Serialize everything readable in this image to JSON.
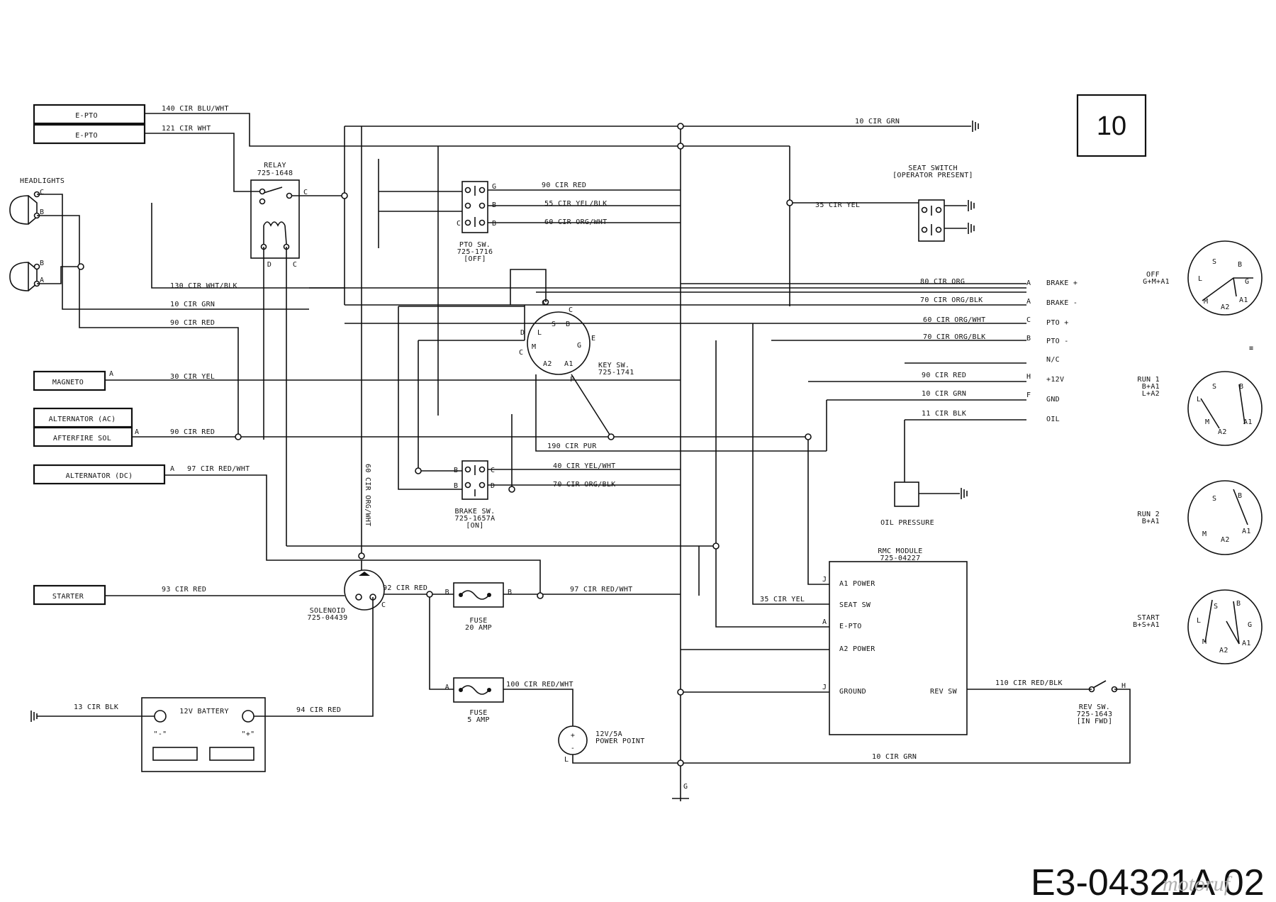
{
  "diagram": {
    "page_number": "10",
    "drawing_number": "E3-04321A 02",
    "watermark": "motoruf",
    "components": {
      "epto_1": "E-PTO",
      "epto_2": "E-PTO",
      "headlights": "HEADLIGHTS",
      "magneto": "MAGNETO",
      "alternator_ac": "ALTERNATOR (AC)",
      "afterfire_sol": "AFTERFIRE SOL",
      "alternator_dc": "ALTERNATOR (DC)",
      "starter": "STARTER",
      "relay": "RELAY",
      "relay_pn": "725-1648",
      "pto_sw": "PTO SW.",
      "pto_sw_pn": "725-1716",
      "pto_sw_state": "[OFF]",
      "key_sw": "KEY SW.",
      "key_sw_pn": "725-1741",
      "brake_sw": "BRAKE SW.",
      "brake_sw_pn": "725-1657A",
      "brake_sw_state": "[ON]",
      "seat_switch": "SEAT SWITCH",
      "seat_switch_sub": "[OPERATOR PRESENT]",
      "oil_pressure": "OIL PRESSURE",
      "rmc_module": "RMC MODULE",
      "rmc_pn": "725-04227",
      "solenoid": "SOLENOID",
      "solenoid_pn": "725-04439",
      "fuse20": "FUSE",
      "fuse20_rating": "20 AMP",
      "fuse5": "FUSE",
      "fuse5_rating": "5 AMP",
      "battery": "12V BATTERY",
      "battery_neg": "\"-\"",
      "battery_pos": "\"+\"",
      "power_point": "12V/5A",
      "power_point_2": "POWER POINT",
      "rev_sw": "REV SW.",
      "rev_sw_pn": "725-1643",
      "rev_sw_state": "[IN FWD]"
    },
    "rmc_pins": [
      "A1 POWER",
      "SEAT SW",
      "E-PTO",
      "A2 POWER",
      "GROUND",
      "REV SW"
    ],
    "connector_labels": [
      "BRAKE +",
      "BRAKE -",
      "PTO +",
      "PTO -",
      "N/C",
      "+12V",
      "GND",
      "OIL"
    ],
    "connector_letters": [
      "A",
      "A",
      "C",
      "B",
      "",
      "H",
      "F",
      ""
    ],
    "wires": {
      "w140": "140 CIR BLU/WHT",
      "w121": "121 CIR WHT",
      "w10top": "10 CIR GRN",
      "w90red_pto": "90 CIR RED",
      "w55": "55 CIR YEL/BLK",
      "w60": "60 CIR ORG/WHT",
      "w35": "35 CIR YEL",
      "w130": "130 CIR WHT/BLK",
      "w10grn_l": "10 CIR GRN",
      "w90red_l": "90 CIR RED",
      "w80": "80 CIR ORG",
      "w70a": "70 CIR ORG/BLK",
      "w60b": "60 CIR ORG/WHT",
      "w70b": "70 CIR ORG/BLK",
      "w90c": "90 CIR RED",
      "w10c": "10 CIR GRN",
      "w11": "11 CIR BLK",
      "w30": "30 CIR YEL",
      "w90alt": "90 CIR RED",
      "w190": "190 CIR PUR",
      "w40": "40 CIR YEL/WHT",
      "w70c": "70 CIR ORG/BLK",
      "w97a": "97 CIR RED/WHT",
      "w60v": "60 CIR ORG/WHT",
      "w93": "93 CIR RED",
      "w92": "92 CIR RED",
      "w97b": "97 CIR RED/WHT",
      "w35b": "35 CIR YEL",
      "w100": "100 CIR RED/WHT",
      "w110": "110 CIR RED/BLK",
      "w13": "13 CIR BLK",
      "w94": "94 CIR RED",
      "w10bot": "10 CIR GRN"
    },
    "key_positions": [
      {
        "name": "OFF",
        "combo": "G+M+A1"
      },
      {
        "name": "RUN 1",
        "combo": "B+A1",
        "combo2": "L+A2"
      },
      {
        "name": "RUN 2",
        "combo": "B+A1"
      },
      {
        "name": "START",
        "combo": "B+S+A1"
      }
    ],
    "key_terminals": [
      "S",
      "B",
      "L",
      "G",
      "M",
      "A2",
      "A1"
    ]
  }
}
